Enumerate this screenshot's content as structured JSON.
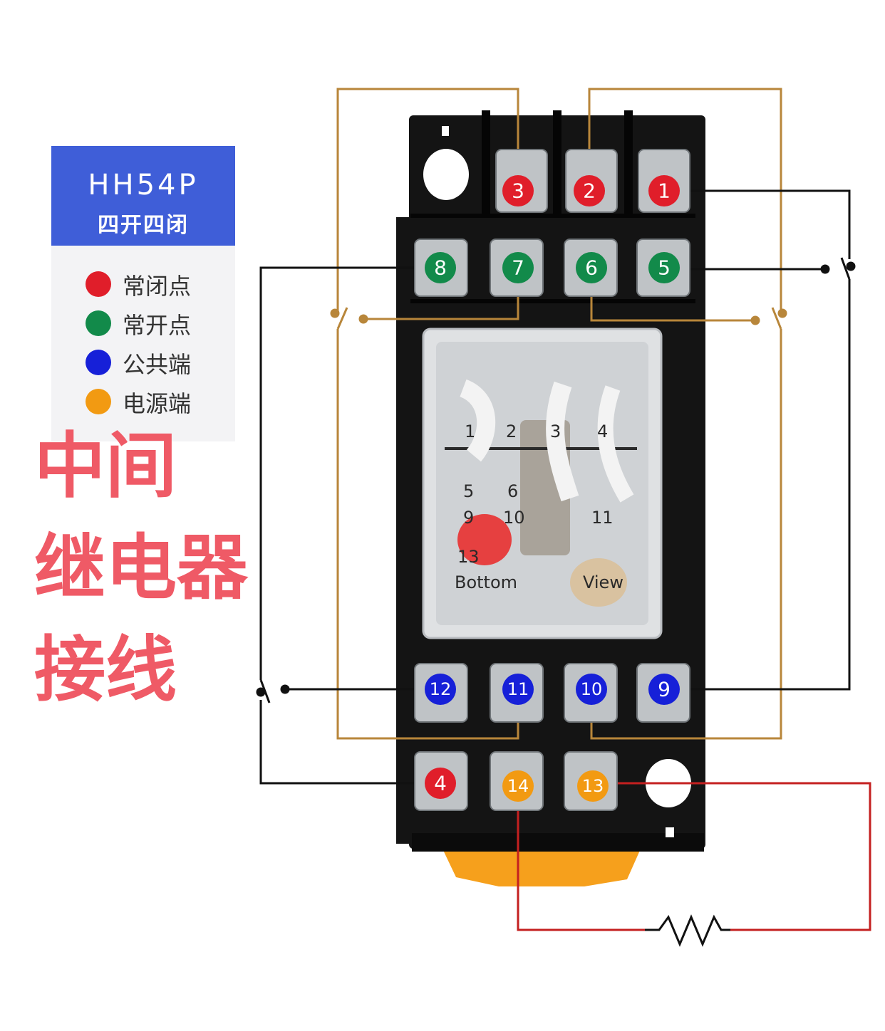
{
  "legend": {
    "model": "HH54P",
    "subtitle": "四开四闭",
    "colors": {
      "header_bg": "#3f5ed8",
      "box_bg": "#f3f3f5"
    },
    "items": [
      {
        "label": "常闭点",
        "color": "#e01e2a"
      },
      {
        "label": "常开点",
        "color": "#128a4a"
      },
      {
        "label": "公共端",
        "color": "#1620d8"
      },
      {
        "label": "电源端",
        "color": "#f29a12"
      }
    ]
  },
  "title": {
    "line1": "中间",
    "line2": "继电器",
    "line3": "接线"
  },
  "terminals": [
    {
      "number": "3",
      "type": "normally-closed",
      "color": "#e01e2a"
    },
    {
      "number": "2",
      "type": "normally-closed",
      "color": "#e01e2a"
    },
    {
      "number": "1",
      "type": "normally-closed",
      "color": "#e01e2a"
    },
    {
      "number": "8",
      "type": "normally-open",
      "color": "#128a4a"
    },
    {
      "number": "7",
      "type": "normally-open",
      "color": "#128a4a"
    },
    {
      "number": "6",
      "type": "normally-open",
      "color": "#128a4a"
    },
    {
      "number": "5",
      "type": "normally-open",
      "color": "#128a4a"
    },
    {
      "number": "12",
      "type": "common",
      "color": "#1620d8"
    },
    {
      "number": "11",
      "type": "common",
      "color": "#1620d8"
    },
    {
      "number": "10",
      "type": "common",
      "color": "#1620d8"
    },
    {
      "number": "9",
      "type": "common",
      "color": "#1620d8"
    },
    {
      "number": "4",
      "type": "normally-closed",
      "color": "#e01e2a"
    },
    {
      "number": "14",
      "type": "power",
      "color": "#f29a12"
    },
    {
      "number": "13",
      "type": "power",
      "color": "#f29a12"
    }
  ],
  "relay_face": {
    "pin_numbers": [
      "1",
      "2",
      "3",
      "4",
      "5",
      "6",
      "9",
      "10",
      "11",
      "13"
    ],
    "bottom_text": "Bottom",
    "view_text": "View"
  },
  "wire_colors": {
    "gold": "#b8863a",
    "black": "#111111",
    "red": "#c42020"
  }
}
